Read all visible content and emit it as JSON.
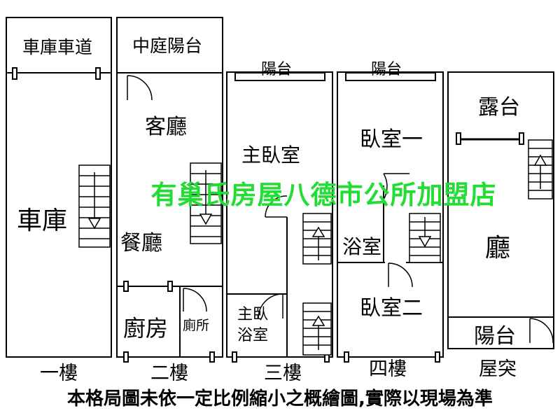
{
  "floors": [
    {
      "label": "一樓",
      "rooms": {
        "driveway": "車庫車道",
        "garage": "車庫"
      }
    },
    {
      "label": "二樓",
      "rooms": {
        "courtyard": "中庭陽台",
        "living": "客廳",
        "dining": "餐廳",
        "kitchen": "廚房",
        "toilet": "廁所"
      }
    },
    {
      "label": "三樓",
      "rooms": {
        "balcony": "陽台",
        "master": "主臥室",
        "master_bath_1": "主臥",
        "master_bath_2": "浴室"
      }
    },
    {
      "label": "四樓",
      "rooms": {
        "balcony": "陽台",
        "bedroom1": "臥室一",
        "bath": "浴室",
        "bedroom2": "臥室二"
      }
    },
    {
      "label": "屋突",
      "rooms": {
        "terrace": "露台",
        "hall": "廳",
        "balcony": "陽台"
      }
    }
  ],
  "watermark": "有巢氏房屋八德市公所加盟店",
  "disclaimer": "本格局圖未依一定比例縮小之概繪圖,實際以現場為準",
  "colors": {
    "line": "#000000",
    "watermark": "#22dd33",
    "background": "#ffffff"
  }
}
